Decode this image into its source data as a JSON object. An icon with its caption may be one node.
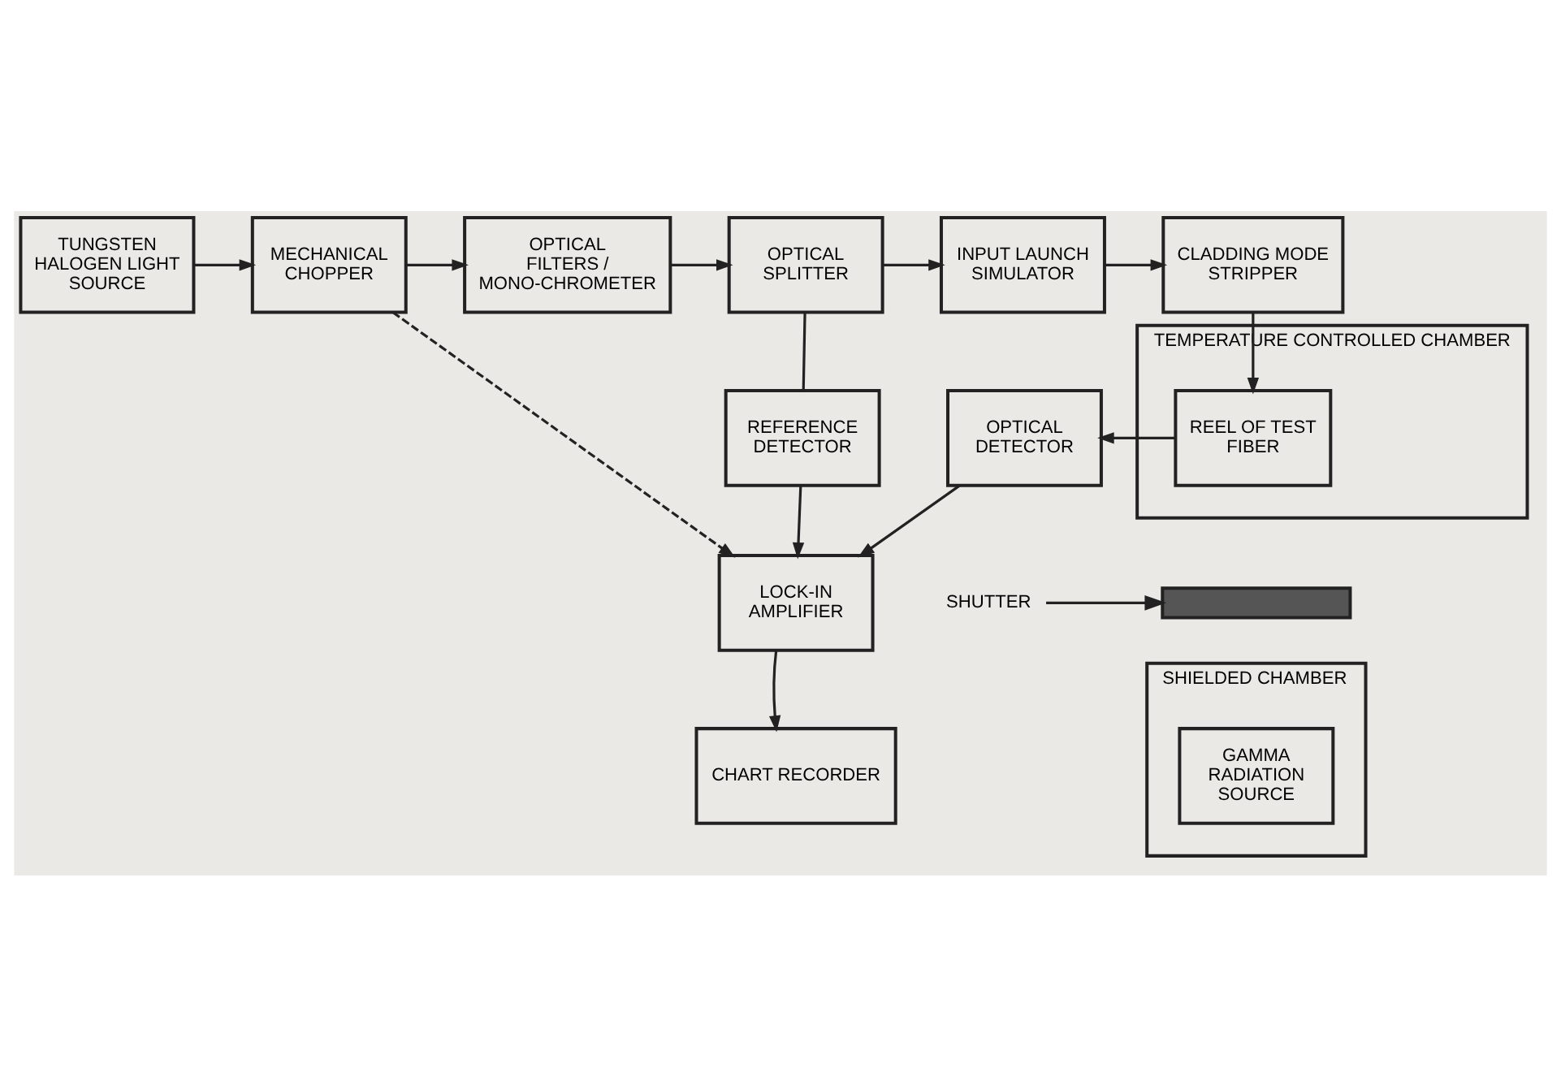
{
  "diagram": {
    "nodes": [
      {
        "text": [
          "TUNGSTEN HALOGEN LIGHT SOURCE"
        ]
      },
      {
        "text": [
          "MECHANICAL CHOPPER"
        ]
      },
      {
        "text": [
          "OPTICAL FILTERS / MONO-CHROMETER"
        ]
      },
      {
        "text": [
          "OPTICAL SPLITTER"
        ]
      },
      {
        "text": [
          "INPUT LAUNCH SIMULATOR"
        ]
      },
      {
        "text": [
          "CLADDING MODE STRIPPER"
        ]
      },
      {
        "text": [
          "REFERENCE DETECTOR"
        ]
      },
      {
        "text": [
          "LOCK-IN AMPLIFIER"
        ]
      },
      {
        "text": [
          "TEMPERATURE CONTROLLED CHAMBER"
        ]
      },
      {
        "text": [
          "REEL OF TEST FIBER"
        ],
        "in": 8
      },
      {
        "text": [
          "OPTICAL DETECTOR"
        ]
      },
      {
        "text": [
          "CHART RECORDER"
        ]
      },
      {
        "text": [],
        "shape": "bar"
      },
      {
        "text": [
          "SHUTTER"
        ]
      },
      {
        "text": [
          "SHIELDED CHAMBER"
        ]
      },
      {
        "text": [
          "GAMMA RADIATION SOURCE"
        ],
        "in": 14
      }
    ],
    "edges": [
      {
        "from": 0,
        "to": 1,
        "arrow": "to"
      },
      {
        "from": 1,
        "to": 2,
        "arrow": "to"
      },
      {
        "from": 2,
        "to": 3,
        "arrow": "to"
      },
      {
        "from": 3,
        "to": 4,
        "arrow": "to"
      },
      {
        "from": 4,
        "to": 5,
        "arrow": "to"
      },
      {
        "from": 1,
        "to": 7,
        "arrow": "to",
        "style": "dashed"
      },
      {
        "from": 3,
        "to": 6,
        "arrow": "none"
      },
      {
        "from": 6,
        "to": 7,
        "arrow": "to"
      },
      {
        "from": 5,
        "to": 9,
        "arrow": "to"
      },
      {
        "from": 9,
        "to": 10,
        "arrow": "to"
      },
      {
        "from": 10,
        "to": 7,
        "arrow": "to"
      },
      {
        "from": 7,
        "to": 11,
        "arrow": "to"
      },
      {
        "from": 13,
        "to": 12,
        "arrow": "to"
      }
    ]
  }
}
